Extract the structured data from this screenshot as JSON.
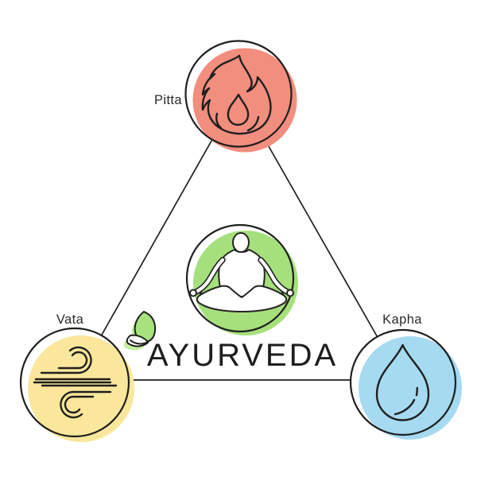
{
  "title": {
    "text": "AYURVEDA"
  },
  "center": {
    "name": "meditation",
    "icon": "lotus-pose-icon",
    "color": "#A6E07D"
  },
  "doshas": [
    {
      "label": "Pitta",
      "element": "fire",
      "icon": "fire-icon",
      "color": "#F28E7E"
    },
    {
      "label": "Vata",
      "element": "wind",
      "icon": "wind-icon",
      "color": "#FAE79B"
    },
    {
      "label": "Kapha",
      "element": "water",
      "icon": "water-drop-icon",
      "color": "#A5DAF1"
    }
  ],
  "decoration": {
    "leaf_color": "#A8E27F",
    "leaf_shadow": "#C6EF9D",
    "leaf_inner": "#FFFFFF"
  },
  "colors": {
    "outline": "#1F1F1F",
    "label_text": "#2A2A2A",
    "title_text": "#1E1E1E",
    "figure_fill": "#FFFFFF",
    "background": "#FFFFFF"
  }
}
